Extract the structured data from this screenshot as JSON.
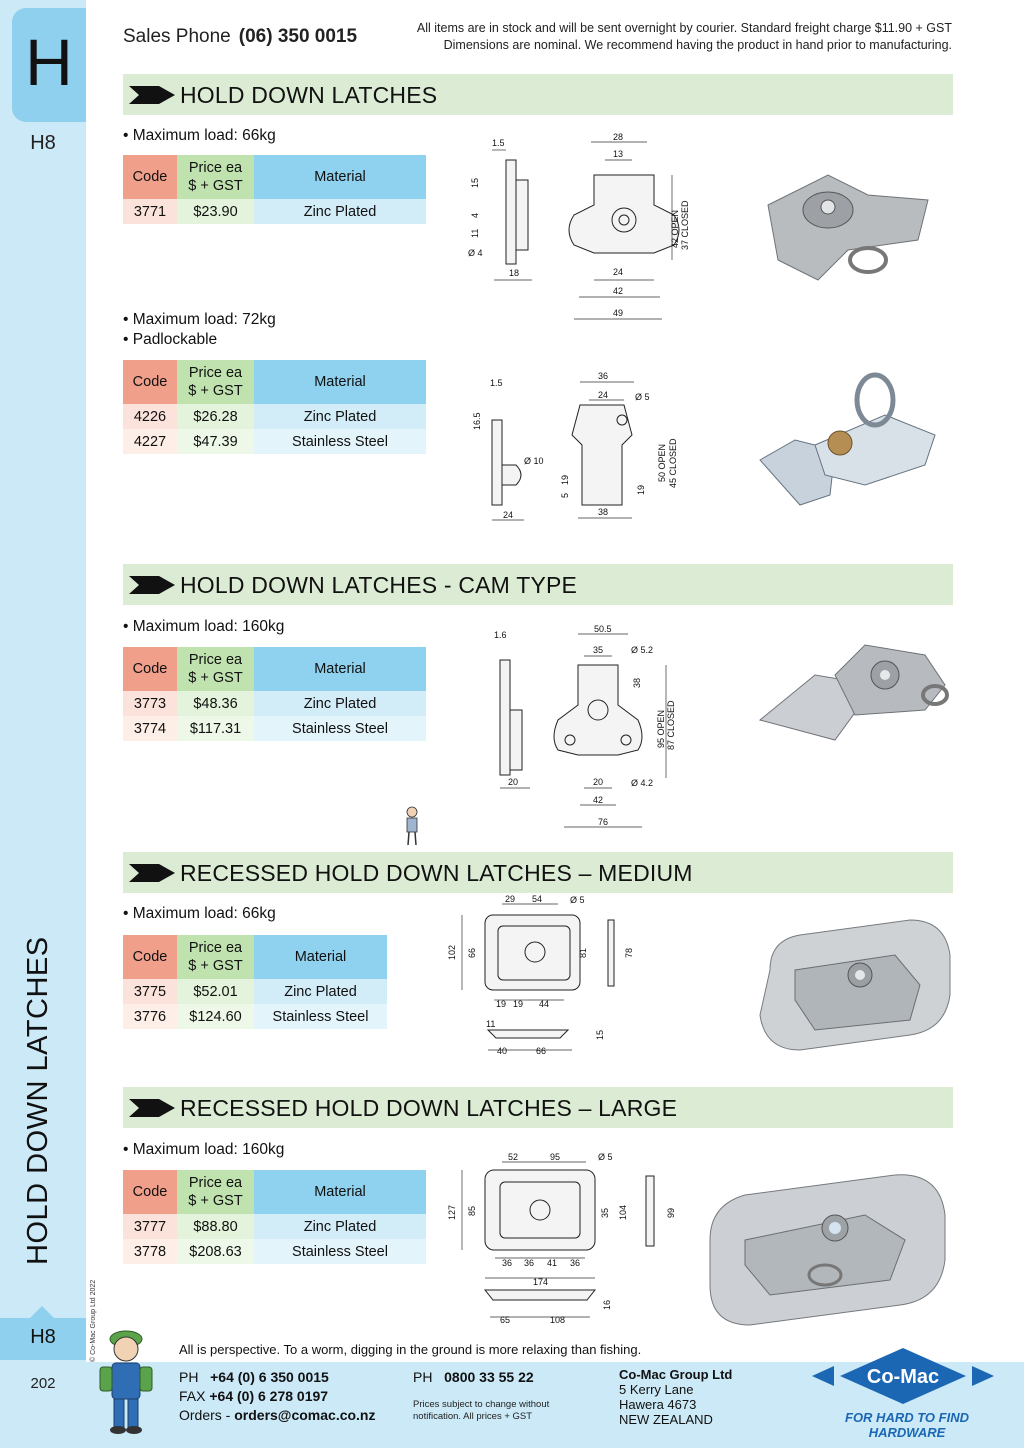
{
  "side": {
    "letter": "H",
    "code": "H8",
    "vertical_title": "HOLD DOWN LATCHES",
    "page_code": "H8",
    "page_number": "202",
    "copyright": "© Co-Mac Group Ltd 2022"
  },
  "header": {
    "sales_label": "Sales Phone",
    "sales_phone": "(06) 350 0015",
    "notice_line1": "All items are in stock and will be sent overnight by courier. Standard freight charge $11.90 + GST",
    "notice_line2": "Dimensions are nominal. We recommend having the product in hand prior to manufacturing."
  },
  "table_headers": {
    "code": "Code",
    "price_line1": "Price ea",
    "price_line2": "$ + GST",
    "material": "Material"
  },
  "sections": [
    {
      "title": "HOLD DOWN LATCHES",
      "groups": [
        {
          "bullets": [
            "• Maximum load: 66kg"
          ],
          "rows": [
            {
              "code": "3771",
              "price": "$23.90",
              "material": "Zinc Plated"
            }
          ],
          "dims": {
            "a": "1.5",
            "b": "28",
            "c": "13",
            "d": "15",
            "e": "11",
            "f": "4",
            "g": "Ø 4",
            "h": "18",
            "i": "24",
            "j": "42",
            "k": "49",
            "open": "42 OPEN",
            "closed": "37 CLOSED"
          }
        },
        {
          "bullets": [
            "• Maximum load: 72kg",
            "• Padlockable"
          ],
          "rows": [
            {
              "code": "4226",
              "price": "$26.28",
              "material": "Zinc Plated"
            },
            {
              "code": "4227",
              "price": "$47.39",
              "material": "Stainless Steel"
            }
          ],
          "dims": {
            "a": "1.5",
            "b": "36",
            "c": "24",
            "d": "Ø 5",
            "e": "16.5",
            "f": "Ø 10",
            "g": "19",
            "h": "5",
            "i": "19",
            "j": "24",
            "k": "38",
            "open": "50 OPEN",
            "closed": "45 CLOSED"
          }
        }
      ]
    },
    {
      "title": "HOLD DOWN LATCHES - CAM TYPE",
      "groups": [
        {
          "bullets": [
            "• Maximum load: 160kg"
          ],
          "rows": [
            {
              "code": "3773",
              "price": "$48.36",
              "material": "Zinc Plated"
            },
            {
              "code": "3774",
              "price": "$117.31",
              "material": "Stainless Steel"
            }
          ],
          "dims": {
            "a": "1.6",
            "b": "50.5",
            "c": "35",
            "d": "Ø 5.2",
            "e": "38",
            "f": "20",
            "g": "20",
            "h": "Ø 4.2",
            "i": "42",
            "j": "76",
            "open": "95 OPEN",
            "closed": "87 CLOSED"
          }
        }
      ]
    },
    {
      "title": "RECESSED HOLD DOWN LATCHES – MEDIUM",
      "groups": [
        {
          "bullets": [
            "• Maximum load: 66kg"
          ],
          "rows": [
            {
              "code": "3775",
              "price": "$52.01",
              "material": "Zinc Plated"
            },
            {
              "code": "3776",
              "price": "$124.60",
              "material": "Stainless Steel"
            }
          ],
          "dims": {
            "a": "29",
            "b": "54",
            "c": "Ø 5",
            "d": "102",
            "e": "66",
            "f": "81",
            "g": "78",
            "h": "19",
            "i": "19",
            "j": "44",
            "k": "11",
            "l": "15",
            "m": "40",
            "n": "66"
          }
        }
      ]
    },
    {
      "title": "RECESSED HOLD DOWN LATCHES – LARGE",
      "groups": [
        {
          "bullets": [
            "• Maximum load: 160kg"
          ],
          "rows": [
            {
              "code": "3777",
              "price": "$88.80",
              "material": "Zinc Plated"
            },
            {
              "code": "3778",
              "price": "$208.63",
              "material": "Stainless Steel"
            }
          ],
          "dims": {
            "a": "52",
            "b": "95",
            "c": "Ø 5",
            "d": "127",
            "e": "85",
            "f": "35",
            "g": "104",
            "h": "99",
            "i": "36",
            "j": "36",
            "k": "41",
            "l": "36",
            "m": "174",
            "n": "16",
            "o": "65",
            "p": "108"
          }
        }
      ]
    }
  ],
  "footer": {
    "quote": "All is perspective.  To a worm, digging in the ground is more relaxing than fishing.",
    "ph_label": "PH",
    "ph": "+64 (0) 6 350 0015",
    "fax_label": "FAX",
    "fax": "+64 (0) 6 278 0197",
    "orders_label": "Orders -",
    "orders": "orders@comac.co.nz",
    "ph2_label": "PH",
    "ph2": "0800 33 55 22",
    "prices_note_line1": "Prices subject to change without",
    "prices_note_line2": "notification. All prices + GST",
    "company": "Co-Mac Group Ltd",
    "address1": "5 Kerry Lane",
    "address2": "Hawera 4673",
    "address3": "NEW ZEALAND",
    "logo_text": "Co-Mac",
    "tagline": "FOR HARD TO FIND HARDWARE"
  },
  "colors": {
    "side_band": "#cbe9f7",
    "tab_accent": "#8fd0ee",
    "section_bar": "#dcecd4",
    "code_header": "#f09f8a",
    "price_header": "#bfe2ae",
    "material_header": "#8fd2f0",
    "logo_blue": "#1b67b3"
  }
}
